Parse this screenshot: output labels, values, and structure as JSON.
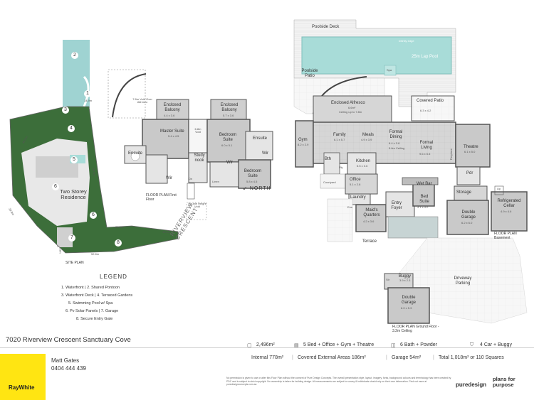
{
  "site": {
    "numbers": [
      "1",
      "2",
      "3",
      "4",
      "5",
      "6",
      "6",
      "7",
      "8"
    ],
    "dims": [
      "14.9m",
      "49.8m",
      "54.5m",
      "39.9m",
      "20.6m",
      "19.1m",
      "52.8m",
      "8.9m"
    ],
    "house_label": "Two Storey Residence",
    "plan_label": "SITE PLAN"
  },
  "legend": {
    "title": "LEGEND",
    "items": [
      "1. Waterfront  |  2. Shared Pontoon",
      "3. Waterfront Deck  |  4. Terraced Gardens",
      "5. Swimming Pool w/ Spa",
      "6. Pv Solar Panels  |  7. Garage",
      "8. Secure Entry Gate"
    ]
  },
  "street": "RIVERVIEW CRESCENT",
  "first_floor": {
    "rooms": [
      {
        "name": "Master Suite",
        "dims": "5.4 x 4.5"
      },
      {
        "name": "Bedroom Suite",
        "dims": "6.0 x 5.1"
      },
      {
        "name": "Bedroom Suite",
        "dims": "5.8 x 4.5"
      },
      {
        "name": "Enclosed Balcony",
        "dims": "4.4 x 3.6"
      },
      {
        "name": "Enclosed Balcony",
        "dims": "5.7 x 3.6"
      },
      {
        "name": "Study nook",
        "dims": ""
      },
      {
        "name": "Ensuite",
        "dims": ""
      },
      {
        "name": "Ensuite",
        "dims": ""
      },
      {
        "name": "Wir",
        "dims": ""
      },
      {
        "name": "Wir",
        "dims": ""
      },
      {
        "name": "Wir",
        "dims": ""
      },
      {
        "name": "Dn",
        "dims": ""
      },
      {
        "name": "Linen",
        "dims": ""
      },
      {
        "name": "Double Height Void",
        "dims": ""
      },
      {
        "name": "6.8m Void",
        "dims": ""
      }
    ],
    "void_note": "7.8m Void Over Alfresco",
    "plan_label": "FLOOR PLAN First Floor"
  },
  "compass": "NORTH",
  "ground_floor": {
    "rooms": [
      {
        "name": "Poolside Deck",
        "dims": ""
      },
      {
        "name": "Infinity edge",
        "dims": ""
      },
      {
        "name": "25m Lap Pool",
        "dims": ""
      },
      {
        "name": "Spa",
        "dims": ""
      },
      {
        "name": "Poolside Patio",
        "dims": ""
      },
      {
        "name": "Enclosed Alfresco",
        "dims": "6.6m²"
      },
      {
        "name": "Ceiling up to 7.8m",
        "dims": ""
      },
      {
        "name": "Covered Patio",
        "dims": "6.3 x 4.2"
      },
      {
        "name": "Family",
        "dims": "6.1 x 5.7"
      },
      {
        "name": "Meals",
        "dims": "4.9 x 3.9"
      },
      {
        "name": "Formal Dining",
        "dims": "6.4 x 3.8"
      },
      {
        "name": "5.6m Ceiling",
        "dims": ""
      },
      {
        "name": "Formal Living",
        "dims": "9.6 x 5.5"
      },
      {
        "name": "Theatre",
        "dims": "6.1 x 5.0"
      },
      {
        "name": "Gym",
        "dims": "8.2 x 2.9"
      },
      {
        "name": "Kitchen",
        "dims": "5.5 x 3.6"
      },
      {
        "name": "Bth",
        "dims": ""
      },
      {
        "name": "Ply",
        "dims": ""
      },
      {
        "name": "Office",
        "dims": "5.1 x 2.8"
      },
      {
        "name": "Courtyard",
        "dims": ""
      },
      {
        "name": "Laundry",
        "dims": ""
      },
      {
        "name": "Ens",
        "dims": ""
      },
      {
        "name": "Maid's Quarters",
        "dims": "4.2 x 3.6"
      },
      {
        "name": "Entry Foyer",
        "dims": ""
      },
      {
        "name": "Wet Bar",
        "dims": ""
      },
      {
        "name": "Bed Suite",
        "dims": "4.1 x 4.0"
      },
      {
        "name": "Pdr",
        "dims": ""
      },
      {
        "name": "Storage",
        "dims": ""
      },
      {
        "name": "Double Garage",
        "dims": "6.2 x 6.0"
      },
      {
        "name": "Terrace",
        "dims": ""
      },
      {
        "name": "Driveway Parking",
        "dims": ""
      },
      {
        "name": "Buggy",
        "dims": "3.9 x 2.3"
      },
      {
        "name": "Str",
        "dims": ""
      },
      {
        "name": "Double Garage",
        "dims": "6.0 x 5.3"
      },
      {
        "name": "Fireplace",
        "dims": ""
      },
      {
        "name": "Up",
        "dims": ""
      }
    ],
    "plan_label": "FLOOR PLAN Ground Floor - 3.2m Ceiling"
  },
  "basement": {
    "rooms": [
      {
        "name": "Refrigerated Cellar",
        "dims": "4.9 x 4.6"
      }
    ],
    "plan_label": "FLOOR PLAN Basement"
  },
  "footer": {
    "address": "7020 Riverview Crescent Sanctuary Cove",
    "land": "2,496m²",
    "beds": "5 Bed + Office + Gym + Theatre",
    "baths": "6 Bath + Powder",
    "cars": "4 Car + Buggy",
    "internal": "Internal 778m²",
    "external": "Covered External Areas 186m²",
    "garage": "Garage 54m²",
    "total": "Total 1,018m² or 110 Squares",
    "agent_name": "Matt Gates",
    "agent_phone": "0404 444 439",
    "agency": "RayWhite",
    "disclaimer": "No permission is given to use or alter this Floor Plan without the consent of Pure Design Concepts. The overall presentation style, layout, imagery, fonts, background colours and terminology has been created by PDC and is subject to strict copyright. No ownership is taken for building design. All measurements are subject to survey & individuals should rely on their own information. Find out more at puredesignconcepts.com.au",
    "brand1": "puredesign",
    "brand2": "plans for purpose"
  },
  "colors": {
    "wall": "#555555",
    "floor": "#c9c9c9",
    "grass": "#3c6e3a",
    "water": "#9fd3d2",
    "pool": "#a8dcd8",
    "ray_yellow": "#ffe512"
  }
}
